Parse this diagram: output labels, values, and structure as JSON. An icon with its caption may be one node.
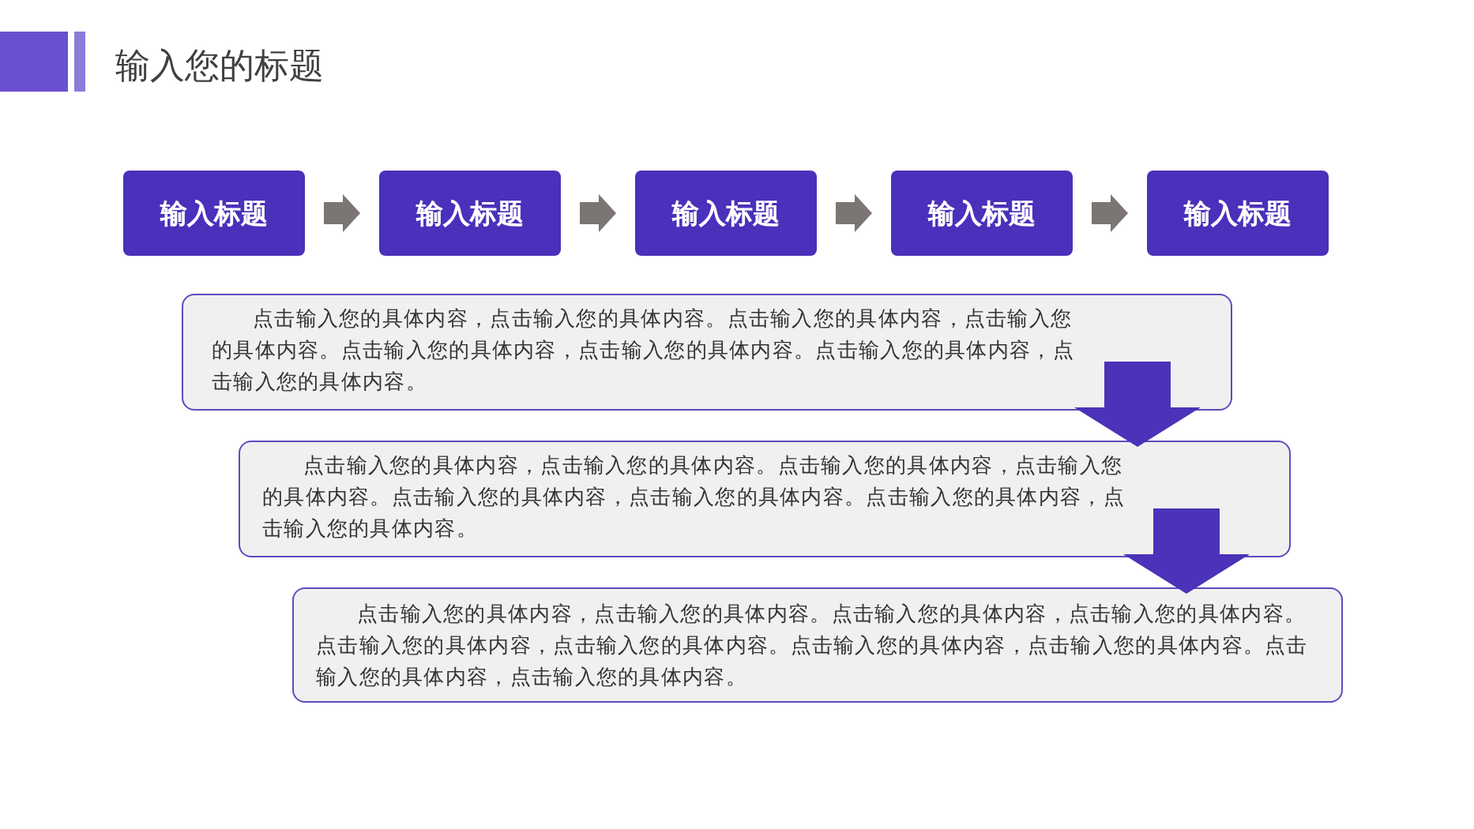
{
  "diagram": {
    "title": "输入您的标题",
    "nodes": [
      {
        "text": [
          "输入标题"
        ]
      },
      {
        "text": [
          "输入标题"
        ]
      },
      {
        "text": [
          "输入标题"
        ]
      },
      {
        "text": [
          "输入标题"
        ]
      },
      {
        "text": [
          "输入标题"
        ]
      },
      {
        "text": [
          "点击输入您的具体内容，点击输入您的具体内容。点击输入您的具体内容，点击输入您的具体内容。点击输入您的具体内容，点击输入您的具体内容。点击输入您的具体内容，点击输入您的具体内容。"
        ]
      },
      {
        "text": [
          "点击输入您的具体内容，点击输入您的具体内容。点击输入您的具体内容，点击输入您的具体内容。点击输入您的具体内容，点击输入您的具体内容。点击输入您的具体内容，点击输入您的具体内容。"
        ]
      },
      {
        "text": [
          "点击输入您的具体内容，点击输入您的具体内容。点击输入您的具体内容，点击输入您的具体内容。点击输入您的具体内容，点击输入您的具体内容。点击输入您的具体内容，点击输入您的具体内容。点击输入您的具体内容，点击输入您的具体内容。"
        ]
      }
    ],
    "edges": [
      {
        "from": 0,
        "to": 1,
        "arrow": "to"
      },
      {
        "from": 1,
        "to": 2,
        "arrow": "to"
      },
      {
        "from": 2,
        "to": 3,
        "arrow": "to"
      },
      {
        "from": 3,
        "to": 4,
        "arrow": "to"
      },
      {
        "from": 5,
        "to": 6,
        "arrow": "to",
        "style": "thick",
        "color": "#4b32b9"
      },
      {
        "from": 6,
        "to": 7,
        "arrow": "to",
        "style": "thick",
        "color": "#4b32b9"
      }
    ]
  }
}
